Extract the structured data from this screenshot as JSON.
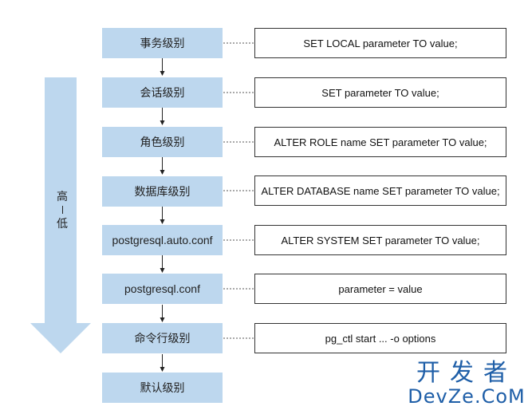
{
  "levels": [
    {
      "label": "事务级别",
      "command": "SET LOCAL parameter TO value;"
    },
    {
      "label": "会话级别",
      "command": "SET parameter TO value;"
    },
    {
      "label": "角色级别",
      "command": "ALTER ROLE name SET parameter TO value;"
    },
    {
      "label": "数据库级别",
      "command": "ALTER DATABASE name SET parameter TO value;"
    },
    {
      "label": "postgresql.auto.conf",
      "command": "ALTER SYSTEM SET parameter TO value;"
    },
    {
      "label": "postgresql.conf",
      "command": "parameter = value"
    },
    {
      "label": "命令行级别",
      "command": "pg_ctl start ... -o options"
    },
    {
      "label": "默认级别",
      "command": ""
    }
  ],
  "priority": {
    "high": "高",
    "low": "低"
  },
  "colors": {
    "level_fill": "#bdd7ee",
    "arrow_fill": "#bdd7ee",
    "line": "#222222"
  },
  "watermark": {
    "cn": "开发者",
    "en": "DevZe.CoM"
  }
}
